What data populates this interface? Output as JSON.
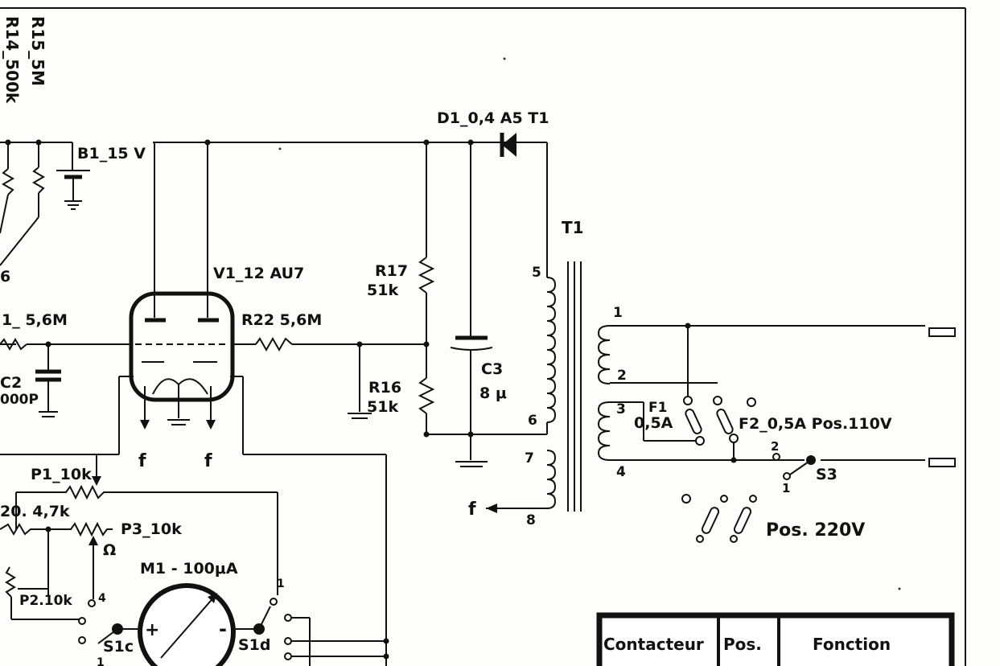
{
  "labels": {
    "r14": "R14_500k",
    "r15": "R15_5M",
    "b1": "B1_15 V",
    "d1": "D1_0,4 A5 T1",
    "t1": "T1",
    "v1": "V1_12 AU7",
    "r17": "R17",
    "r17v": "51k",
    "r22": "R22 5,6M",
    "r16": "R16",
    "r16v": "51k",
    "c3": "C3",
    "c3v": "8 μ",
    "r1": "1_ 5,6M",
    "c2": "C2",
    "c2v": "000P",
    "left6": "6",
    "p1": "P1_10k",
    "r20": "20. 4,7k",
    "p3": "P3_10k",
    "omega": "Ω",
    "p2": "P2.10k",
    "m1": "M1 - 100μA",
    "s1c": "S1c",
    "s1d": "S1d",
    "f": "f",
    "f1": "F1",
    "f1v": "0,5A",
    "f2": "F2_0,5A Pos.110V",
    "s3": "S3",
    "pos220": "Pos. 220V",
    "plus": "+",
    "minus": "-",
    "pin1": "1",
    "pin2": "2",
    "pin3": "3",
    "pin4": "4",
    "pin5": "5",
    "pin6": "6",
    "pin7": "7",
    "pin8": "8",
    "s3_2": "2",
    "s3_1": "1",
    "s1_1": "1",
    "s1_4": "4",
    "s1_i": "1"
  },
  "table": {
    "headers": [
      "Contacteur",
      "Pos.",
      "Fonction"
    ]
  }
}
